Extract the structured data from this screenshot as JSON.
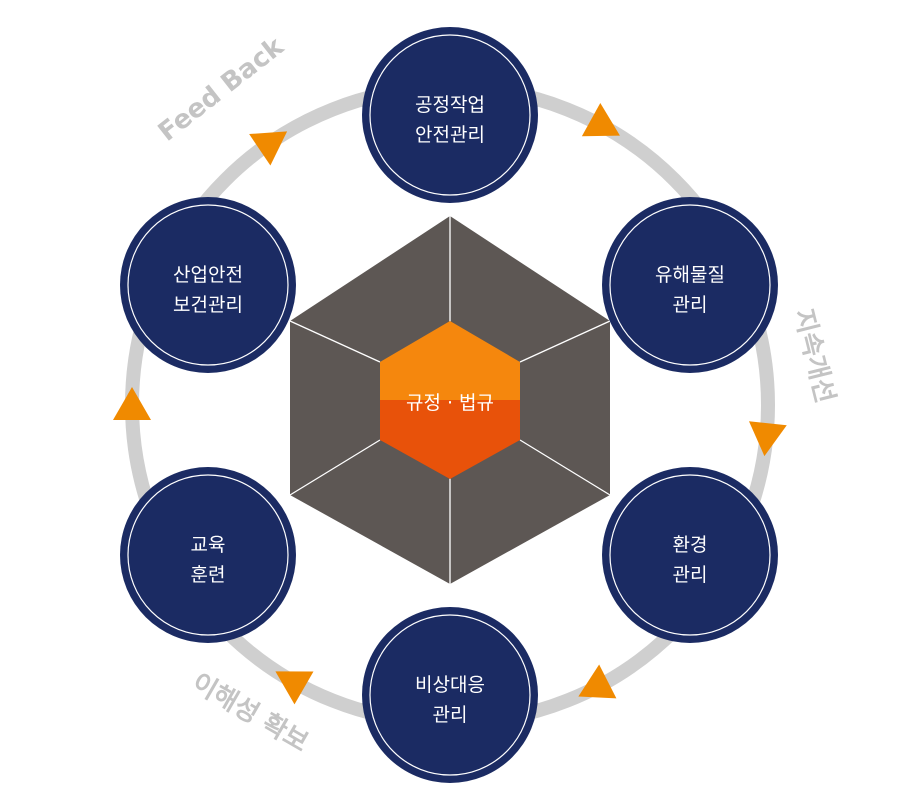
{
  "colors": {
    "ring": "#cfcfcf",
    "node_fill": "#1b2b63",
    "node_inner_ring": "#ffffff",
    "arrow": "#f08a00",
    "hexagon": "#5d5754",
    "hexagon_lines": "#ffffff",
    "cube_top": "#f5870d",
    "cube_bottom": "#e8520a",
    "label_gray": "#c4c4c4"
  },
  "center": {
    "line1": "규정 · 법규"
  },
  "nodes": [
    {
      "id": "process-safety",
      "line1": "공정작업",
      "line2": "안전관리"
    },
    {
      "id": "hazardous-material",
      "line1": "유해물질",
      "line2": "관리"
    },
    {
      "id": "environment",
      "line1": "환경",
      "line2": "관리"
    },
    {
      "id": "emergency",
      "line1": "비상대응",
      "line2": "관리"
    },
    {
      "id": "education",
      "line1": "교육",
      "line2": "훈련"
    },
    {
      "id": "industrial-safety",
      "line1": "산업안전",
      "line2": "보건관리"
    }
  ],
  "labels": {
    "feedback": "Feed Back",
    "continuous_improvement": "지속개선",
    "understanding": "이해성 확보"
  },
  "arrow_icon": "triangle-arrow-icon"
}
